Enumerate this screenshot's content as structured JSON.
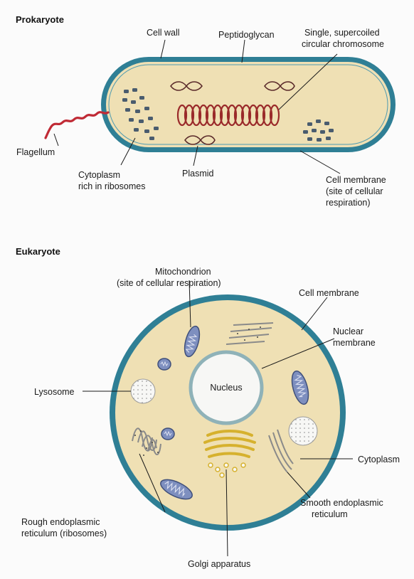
{
  "prokaryote": {
    "title": "Prokaryote",
    "labels": {
      "cell_wall": "Cell wall",
      "peptidoglycan": "Peptidoglycan",
      "chromosome_line1": "Single, supercoiled",
      "chromosome_line2": "circular chromosome",
      "flagellum": "Flagellum",
      "cytoplasm_line1": "Cytoplasm",
      "cytoplasm_line2": "rich in ribosomes",
      "plasmid": "Plasmid",
      "membrane_line1": "Cell membrane",
      "membrane_line2": "(site of cellular",
      "membrane_line3": "respiration)"
    }
  },
  "eukaryote": {
    "title": "Eukaryote",
    "labels": {
      "mito_line1": "Mitochondrion",
      "mito_line2": "(site of cellular respiration)",
      "cell_membrane": "Cell membrane",
      "nuclear_line1": "Nuclear",
      "nuclear_line2": "membrane",
      "nucleus": "Nucleus",
      "lysosome": "Lysosome",
      "cytoplasm": "Cytoplasm",
      "rough_er_line1": "Rough endoplasmic",
      "rough_er_line2": "reticulum (ribosomes)",
      "smooth_er_line1": "Smooth endoplasmic",
      "smooth_er_line2": "reticulum",
      "golgi": "Golgi apparatus"
    }
  },
  "colors": {
    "cell_fill": "#efe0b4",
    "cell_border": "#2f7f95",
    "chromosome": "#9a2a2a",
    "flagellum": "#c02a35",
    "ribosome": "#4a5c6e",
    "mitochondrion": "#7e8fbf",
    "golgi": "#e6c440",
    "nucleus_fill": "#f7f7f5",
    "nucleus_border": "#8fb2b8"
  }
}
